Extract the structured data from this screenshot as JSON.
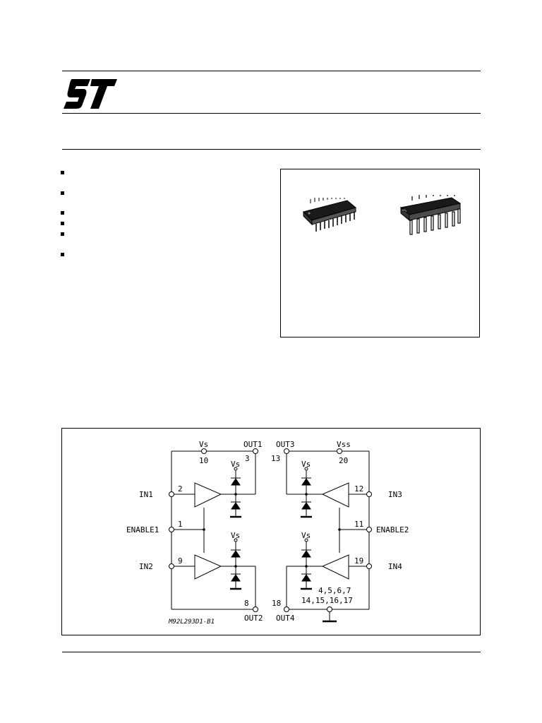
{
  "header": {
    "logo_text": "ST"
  },
  "features": {
    "bullet_count": 6
  },
  "packages": {
    "icons": [
      "so20-package-icon",
      "dip16-package-icon"
    ]
  },
  "schematic": {
    "pins": {
      "vs": "Vs",
      "vs_num": "10",
      "vss": "Vss",
      "vss_num": "20",
      "out1": "OUT1",
      "out1_num": "3",
      "out3": "OUT3",
      "out3_num": "13",
      "out2": "OUT2",
      "out2_num": "8",
      "out4": "OUT4",
      "out4_num": "18",
      "in1": "IN1",
      "in1_num": "2",
      "in2": "IN2",
      "in2_num": "9",
      "in3": "IN3",
      "in3_num": "12",
      "in4": "IN4",
      "in4_num": "19",
      "enable1": "ENABLE1",
      "enable1_num": "1",
      "enable2": "ENABLE2",
      "enable2_num": "11",
      "diode_vs_1": "Vs",
      "diode_vs_2": "Vs",
      "diode_vs_3": "Vs",
      "diode_vs_4": "Vs",
      "gnd_pins_1": "4,5,6,7",
      "gnd_pins_2": "14,15,16,17"
    },
    "ref_code": "M92L293D1-B1"
  }
}
